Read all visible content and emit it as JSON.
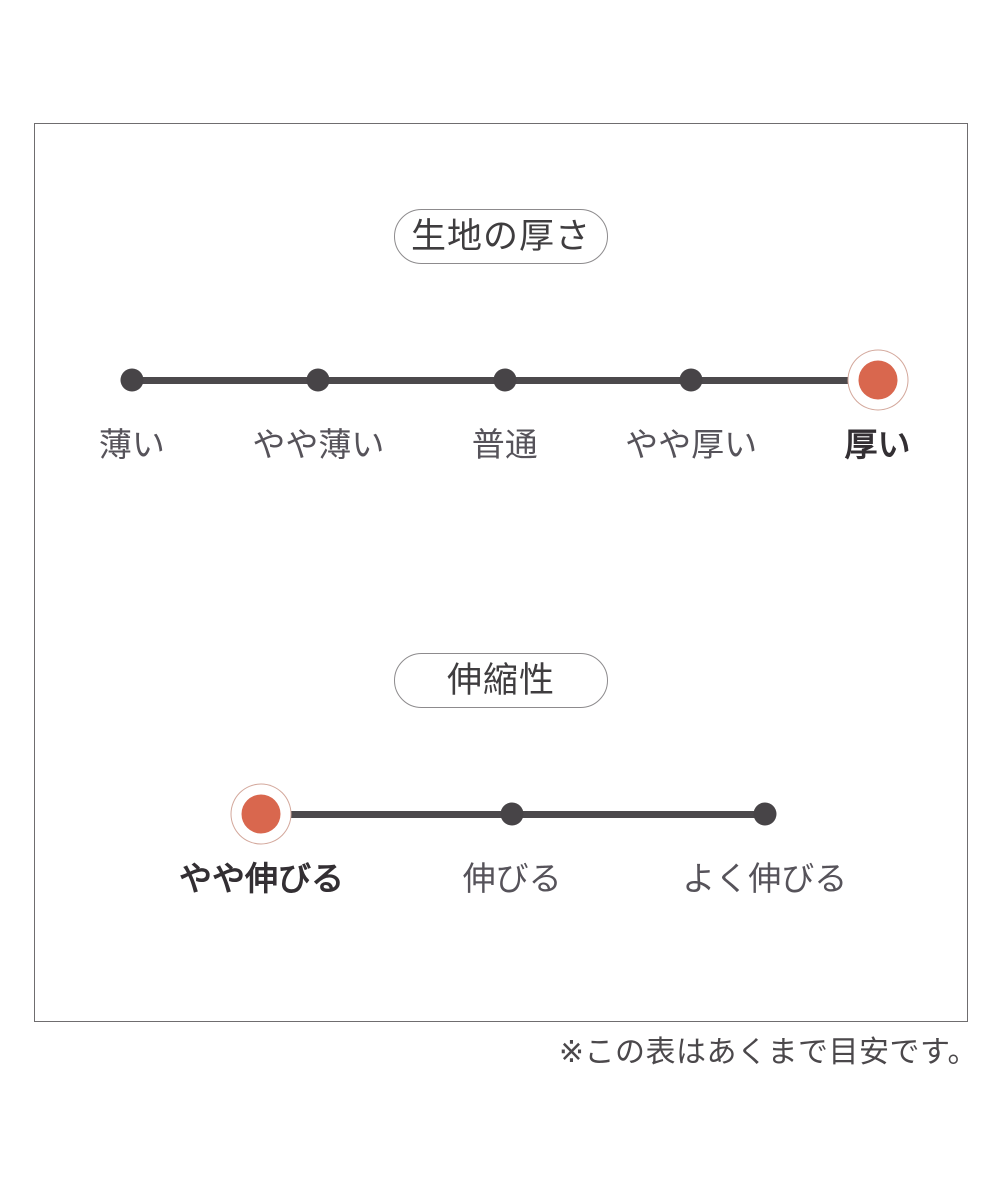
{
  "card": {
    "footnote": "※この表はあくまで目安です。"
  },
  "colors": {
    "accent": "#d9674e",
    "accent_ring": "#d3a79b",
    "track": "#4c494c",
    "node": "#474447",
    "text": "#56535a",
    "border": "#6f6d6f",
    "pill_border": "#8d8b8d"
  },
  "sections": [
    {
      "id": "thickness",
      "title": "生地の厚さ",
      "selected_index": 4,
      "ticks": [
        {
          "label": "薄い",
          "x_pct": 10.4,
          "active": false
        },
        {
          "label": "やや薄い",
          "x_pct": 30.4,
          "active": false
        },
        {
          "label": "普通",
          "x_pct": 50.4,
          "active": false
        },
        {
          "label": "やや厚い",
          "x_pct": 70.4,
          "active": false
        },
        {
          "label": "厚い",
          "x_pct": 90.4,
          "active": true
        }
      ]
    },
    {
      "id": "stretch",
      "title": "伸縮性",
      "selected_index": 0,
      "ticks": [
        {
          "label": "やや伸びる",
          "x_pct": 24.3,
          "active": true
        },
        {
          "label": "伸びる",
          "x_pct": 51.2,
          "active": false
        },
        {
          "label": "よく伸びる",
          "x_pct": 78.3,
          "active": false
        }
      ]
    }
  ],
  "chart_data": {
    "type": "table",
    "title": "生地の厚さ・伸縮性",
    "annotations": [
      "※この表はあくまで目安です。"
    ],
    "scales": [
      {
        "name": "生地の厚さ",
        "categories": [
          "薄い",
          "やや薄い",
          "普通",
          "やや厚い",
          "厚い"
        ],
        "selected": "厚い",
        "selected_index": 4,
        "values": [
          0,
          0,
          0,
          0,
          1
        ]
      },
      {
        "name": "伸縮性",
        "categories": [
          "やや伸びる",
          "伸びる",
          "よく伸びる"
        ],
        "selected": "やや伸びる",
        "selected_index": 0,
        "values": [
          1,
          0,
          0
        ]
      }
    ]
  }
}
